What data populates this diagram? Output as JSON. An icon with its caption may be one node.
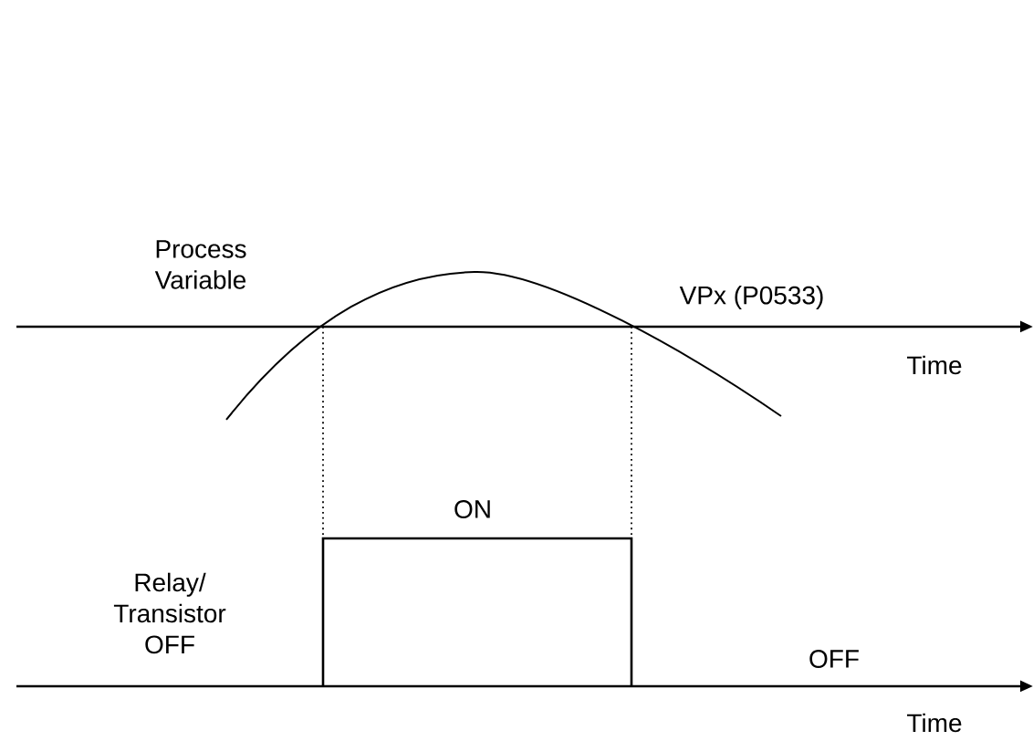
{
  "diagram": {
    "labels": [
      "Process Variable",
      "VPx (P0533)",
      "Time",
      "ON",
      "Relay/ Transistor OFF",
      "OFF",
      "Time"
    ]
  }
}
